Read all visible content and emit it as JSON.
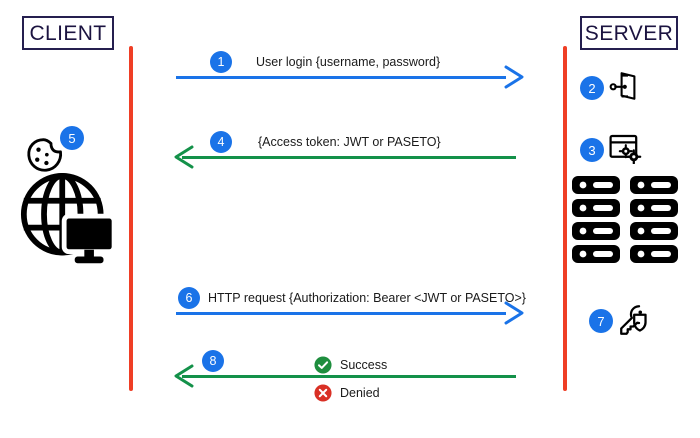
{
  "diagram": {
    "title": "Token based authentication sequence",
    "background": "#ffffff",
    "colors": {
      "lifeline": "#ef3e25",
      "request_arrow": "#1a73e8",
      "response_arrow": "#139149",
      "badge": "#1a73e8",
      "actor_border": "#251f4f",
      "success": "#1e8e3e",
      "denied": "#d93025",
      "text": "#1a1a1a"
    }
  },
  "actors": {
    "client": {
      "label": "CLIENT"
    },
    "server": {
      "label": "SERVER"
    }
  },
  "messages": [
    {
      "step": "1",
      "label": "User login {username, password}",
      "direction": "right",
      "color": "#1a73e8"
    },
    {
      "step": "4",
      "label": "{Access token: JWT or PASETO}",
      "direction": "left",
      "color": "#139149"
    },
    {
      "step": "6",
      "label": "HTTP request {Authorization: Bearer <JWT or PASETO>}",
      "direction": "right",
      "color": "#1a73e8"
    },
    {
      "step": "8",
      "label": "",
      "direction": "left",
      "color": "#139149"
    }
  ],
  "status_results": [
    {
      "icon": "check-circle-icon",
      "label": "Success",
      "color": "#1e8e3e"
    },
    {
      "icon": "x-circle-icon",
      "label": "Denied",
      "color": "#d93025"
    }
  ],
  "client_icons": [
    {
      "step": "5",
      "icon": "cookie-icon"
    },
    {
      "step": "",
      "icon": "globe-monitor-icon"
    }
  ],
  "server_icons": [
    {
      "step": "2",
      "icon": "door-login-icon"
    },
    {
      "step": "3",
      "icon": "window-gears-icon"
    },
    {
      "step": "",
      "icon": "server-rack-icon"
    },
    {
      "step": "7",
      "icon": "key-shield-icon"
    }
  ]
}
